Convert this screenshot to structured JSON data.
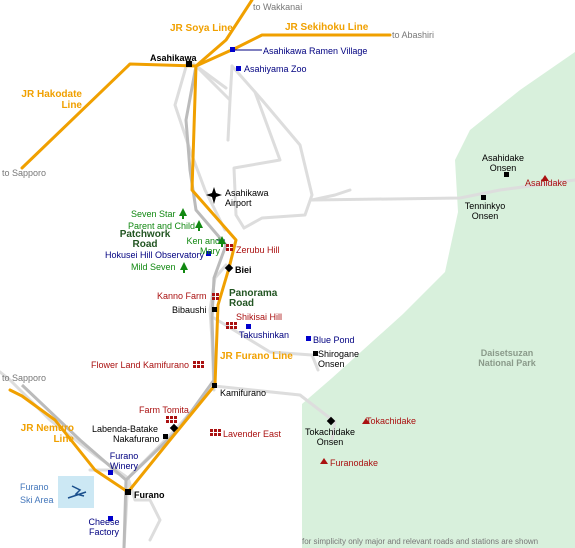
{
  "map": {
    "rail_lines": {
      "soya": "JR Soya Line",
      "sekihoku": "JR Sekihoku Line",
      "hakodate_1": "JR Hakodate",
      "hakodate_2": "Line",
      "furano": "JR Furano Line",
      "nemuro_1": "JR Nemuro",
      "nemuro_2": "Line"
    },
    "directions": {
      "wakkanai": "to Wakkanai",
      "abashiri": "to Abashiri",
      "sapporo_1": "to Sapporo",
      "sapporo_2": "to Sapporo"
    },
    "stations": {
      "asahikawa": "Asahikawa",
      "biei": "Biei",
      "bibaushi": "Bibaushi",
      "kamifurano": "Kamifurano",
      "labenda": "Labenda-Batake",
      "nakafurano": "Nakafurano",
      "furano": "Furano"
    },
    "sights_blue": {
      "ramen": "Asahikawa Ramen Village",
      "zoo": "Asahiyama Zoo",
      "hokusei": "Hokusei Hill Observatory",
      "blue_pond": "Blue Pond",
      "takushinkan": "Takushinkan",
      "winery_1": "Furano",
      "winery_2": "Winery",
      "cheese_1": "Cheese",
      "cheese_2": "Factory",
      "ski_1": "Furano",
      "ski_2": "Ski Area"
    },
    "sights_green": {
      "seven_star": "Seven Star",
      "parent_child": "Parent and Child",
      "ken_mary_1": "Ken and",
      "ken_mary_2": "Mary",
      "mild_seven": "Mild Seven"
    },
    "sights_red": {
      "zerubu": "Zerubu Hill",
      "kanno": "Kanno Farm",
      "shikisai": "Shikisai Hill",
      "flower_land": "Flower Land Kamifurano",
      "tomita": "Farm Tomita",
      "lavender_east": "Lavender East",
      "tokachidake_peak": "Tokachidake",
      "furanodake": "Furanodake",
      "asahidake_peak": "Asahidake"
    },
    "places": {
      "airport_1": "Asahikawa",
      "airport_2": "Airport",
      "asahidake_onsen_1": "Asahidake",
      "asahidake_onsen_2": "Onsen",
      "tenninkyo_1": "Tenninkyo",
      "tenninkyo_2": "Onsen",
      "shirogane_1": "Shirogane",
      "shirogane_2": "Onsen",
      "tokachidake_onsen_1": "Tokachidake",
      "tokachidake_onsen_2": "Onsen"
    },
    "regions": {
      "patchwork_1": "Patchwork",
      "patchwork_2": "Road",
      "panorama_1": "Panorama",
      "panorama_2": "Road",
      "park_1": "Daisetsuzan",
      "park_2": "National Park"
    },
    "footnote": "for simplicity only major and relevant roads and stations are shown",
    "colors": {
      "rail": "#f0a000",
      "road": "#dddddd",
      "park": "#d8f0dc",
      "blue": "#000080",
      "red": "#aa1111",
      "green": "#118811"
    }
  }
}
